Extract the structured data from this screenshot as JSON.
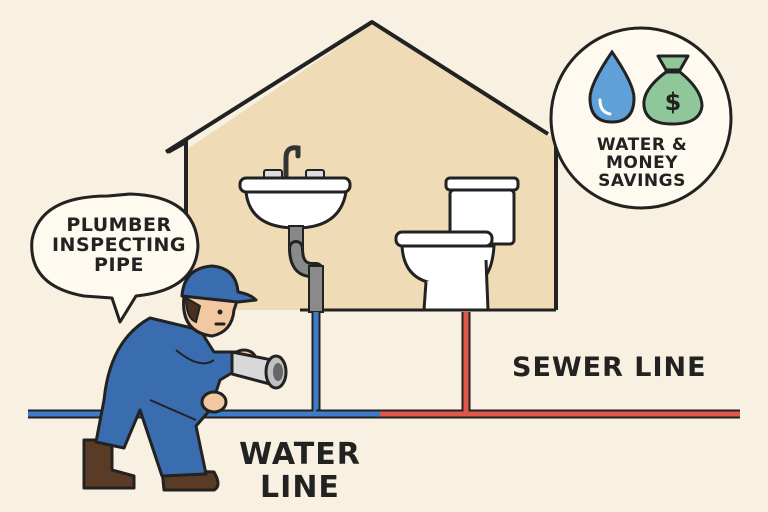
{
  "bubble": {
    "line1": "PLUMBER",
    "line2": "INSPECTING",
    "line3": "PIPE"
  },
  "savings": {
    "line1": "WATER &",
    "line2": "MONEY",
    "line3": "SAVINGS",
    "icons": [
      "water-drop-icon",
      "money-bag-icon"
    ]
  },
  "labels": {
    "sewer": "SEWER LINE",
    "water_line1": "WATER",
    "water_line2": "LINE"
  },
  "colors": {
    "background": "#f8f0e0",
    "house": "#efdcb6",
    "water_pipe": "#3d7cc9",
    "sewer_pipe": "#e0584a",
    "uniform": "#3a6db0",
    "drop": "#5fa0d8",
    "money_bag": "#8fc79a",
    "outline": "#222222"
  }
}
